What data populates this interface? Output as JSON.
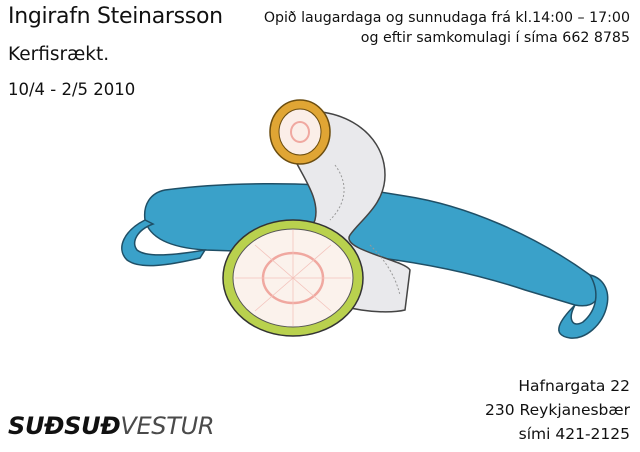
{
  "poster": {
    "artist": "Ingirafn Steinarsson",
    "title": "Kerfisrækt.",
    "dates": "10/4 - 2/5 2010"
  },
  "hours": {
    "line1": "Opið laugardaga og sunnudaga frá kl.14:00 – 17:00",
    "line2": "og eftir samkomulagi í síma 662 8785"
  },
  "address": {
    "street": "Hafnargata 22",
    "city": "230 Reykjanesbær",
    "phone": "sími 421-2125"
  },
  "logo": {
    "bold_part": "SUÐSUÐ",
    "light_part": "VESTUR"
  },
  "colors": {
    "blue_band": "#3aa1c9",
    "tube": "#e9e9ec",
    "end_yellow": "#e0a534",
    "end_green": "#b9d14e",
    "inner_red": "#f0a8a0"
  }
}
